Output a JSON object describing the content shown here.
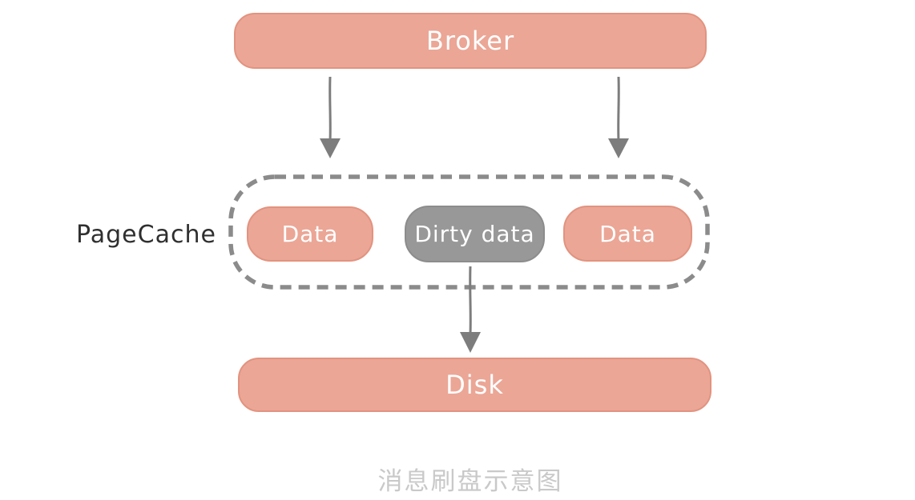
{
  "diagram": {
    "broker": {
      "label": "Broker"
    },
    "pagecache": {
      "label": "PageCache"
    },
    "cache_items": [
      {
        "label": "Data",
        "type": "clean"
      },
      {
        "label": "Dirty data",
        "type": "dirty"
      },
      {
        "label": "Data",
        "type": "clean"
      }
    ],
    "disk": {
      "label": "Disk"
    },
    "caption": "消息刷盘示意图",
    "arrows": [
      {
        "name": "broker-to-pagecache-left",
        "direction": "down"
      },
      {
        "name": "broker-to-pagecache-right",
        "direction": "down"
      },
      {
        "name": "dirty-data-to-disk",
        "direction": "down"
      }
    ],
    "colors": {
      "node_fill": "#EBA696",
      "node_border": "#E2937F",
      "dirty_fill": "#989898",
      "dirty_border": "#8C8C8C",
      "dashed_border": "#8B8B8B",
      "arrow": "#7D7D7D",
      "node_text": "#FFFFFF",
      "label_text": "#2F2F2F",
      "caption_text": "#C9C9C9"
    }
  }
}
